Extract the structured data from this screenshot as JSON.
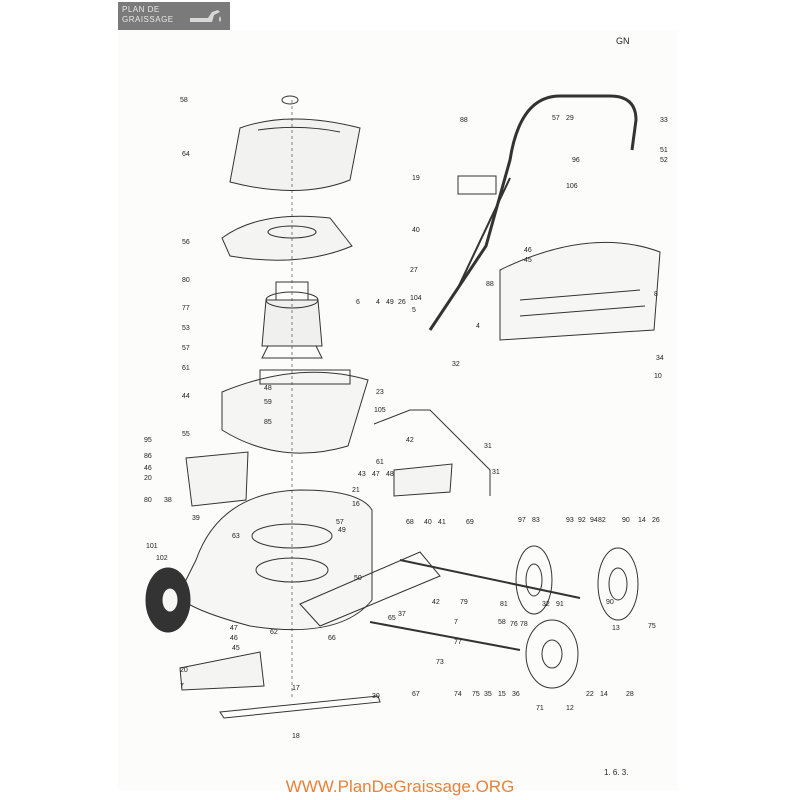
{
  "logo": {
    "line1": "PLAN DE",
    "line2": "GRAISSAGE"
  },
  "model_code": "GN",
  "page_number": "1. 6. 3.",
  "footer_url": "WWW.PlanDeGraissage.ORG",
  "callouts": [
    "58",
    "64",
    "56",
    "80",
    "77",
    "53",
    "57",
    "61",
    "48",
    "59",
    "44",
    "85",
    "55",
    "95",
    "86",
    "46",
    "20",
    "80",
    "38",
    "39",
    "101",
    "102",
    "62",
    "47",
    "46",
    "45",
    "63",
    "20",
    "7",
    "17",
    "30",
    "18",
    "57",
    "49",
    "21",
    "16",
    "88",
    "57",
    "29",
    "33",
    "51",
    "52",
    "96",
    "19",
    "106",
    "40",
    "46",
    "45",
    "27",
    "88",
    "8",
    "6",
    "4",
    "49",
    "26",
    "104",
    "5",
    "32",
    "4",
    "31",
    "34",
    "10",
    "23",
    "105",
    "42",
    "43",
    "47",
    "48",
    "61",
    "31",
    "65",
    "40",
    "68",
    "41",
    "42",
    "79",
    "37",
    "7",
    "58",
    "76",
    "78",
    "77",
    "73",
    "74",
    "75",
    "35",
    "15",
    "36",
    "67",
    "71",
    "12",
    "22",
    "14",
    "28",
    "69",
    "97",
    "83",
    "93",
    "92",
    "94",
    "90",
    "14",
    "26",
    "90",
    "32",
    "91",
    "13",
    "75",
    "81",
    "50",
    "66",
    "82"
  ]
}
